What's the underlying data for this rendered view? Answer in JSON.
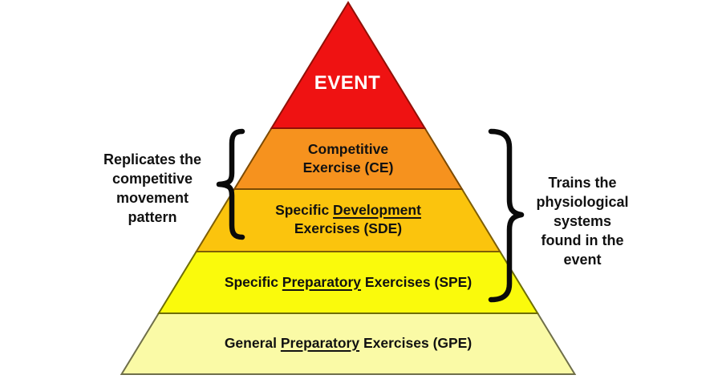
{
  "diagram": {
    "background": "#FFFFFF",
    "pyramid": {
      "tiers": [
        {
          "id": "event",
          "fill": "#EF1212",
          "stroke": "#911007",
          "text_color": "#FFFFFF",
          "line1": {
            "text": "EVENT"
          }
        },
        {
          "id": "competitive-exercise",
          "fill": "#F6921E",
          "stroke": "#7C4A03",
          "text_color": "#111111",
          "line1": {
            "text": "Competitive"
          },
          "line2": {
            "text": "Exercise (CE)"
          }
        },
        {
          "id": "specific-development-exercises",
          "fill": "#FBC40D",
          "stroke": "#7E5E06",
          "text_color": "#111111",
          "line1": {
            "text": "Specific ",
            "underlined": "Development"
          },
          "line2": {
            "text": "Exercises (SDE)"
          }
        },
        {
          "id": "specific-preparatory-exercises",
          "fill": "#FAFA0C",
          "stroke": "#6E6E07",
          "text_color": "#111111",
          "line1": {
            "text": "Specific ",
            "underlined": "Preparatory",
            "after": " Exercises (SPE)"
          }
        },
        {
          "id": "general-preparatory-exercises",
          "fill": "#FAFAA6",
          "stroke": "#6F6F4A",
          "text_color": "#111111",
          "line1": {
            "text": "General ",
            "underlined": "Preparatory",
            "after": " Exercises (GPE)"
          }
        }
      ]
    },
    "annotations": {
      "brace_color": "#0A0A0A",
      "left": {
        "lines": [
          "Replicates the",
          "competitive",
          "movement",
          "pattern"
        ]
      },
      "right": {
        "lines": [
          "Trains the",
          "physiological",
          "systems",
          "found in the",
          "event"
        ]
      }
    }
  }
}
